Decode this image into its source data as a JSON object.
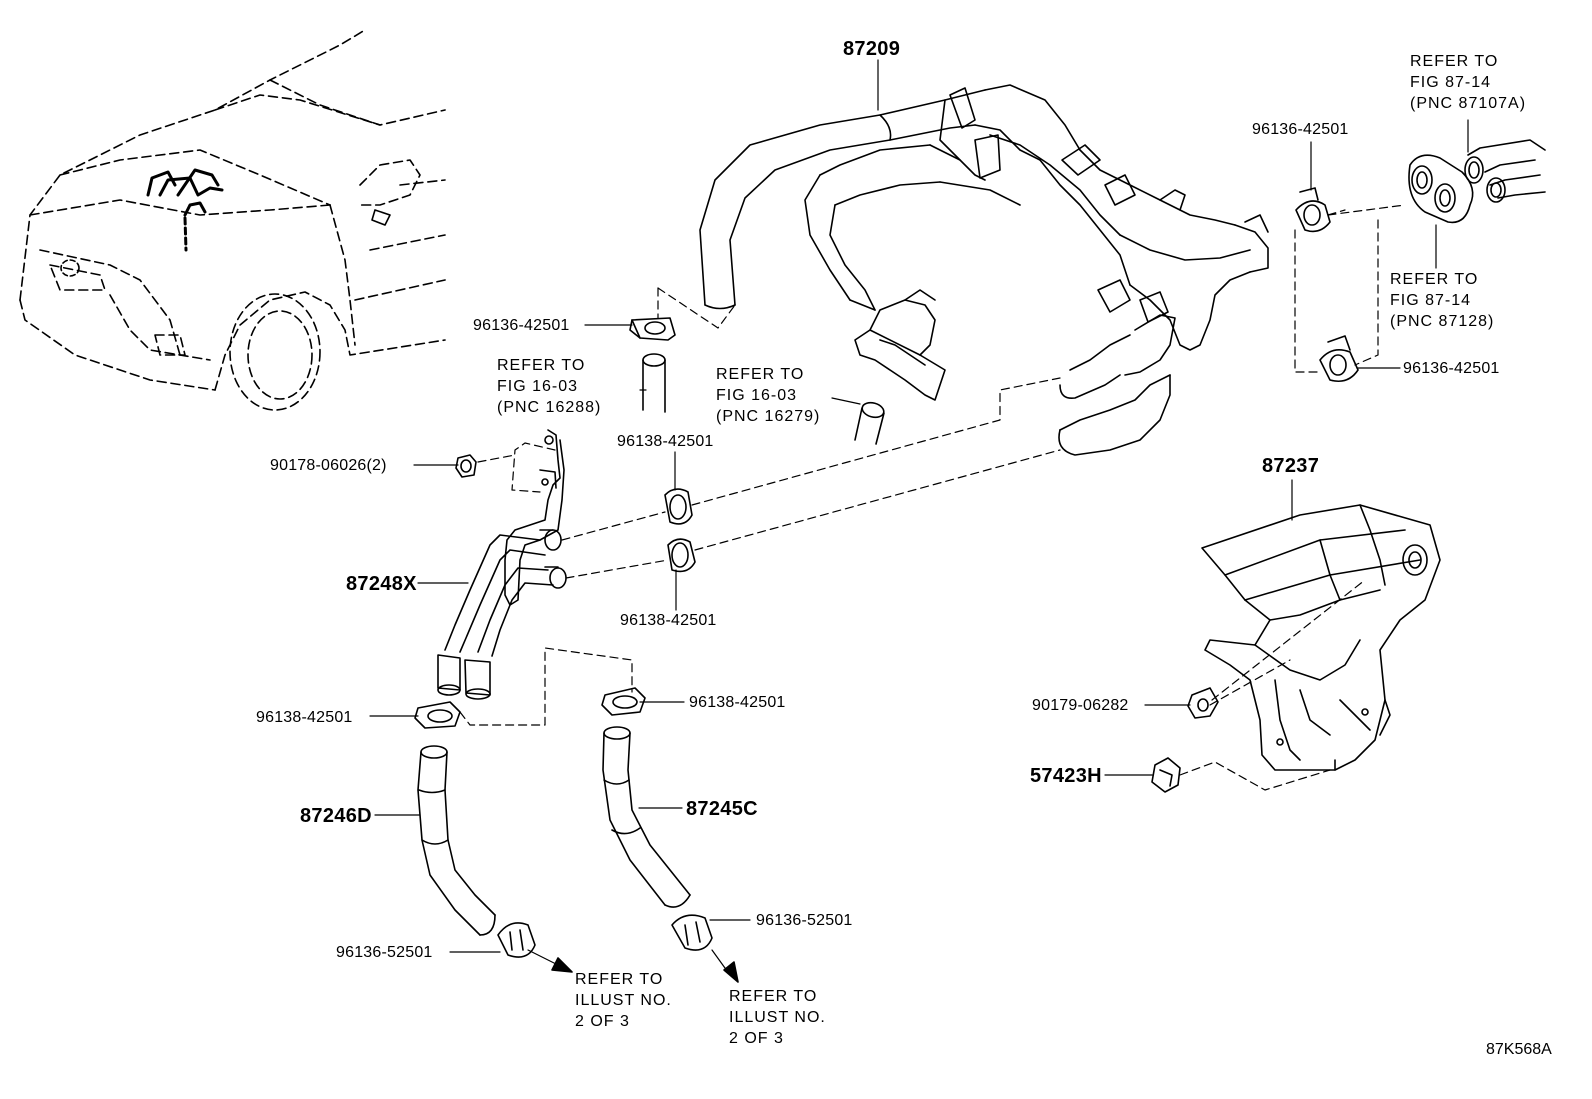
{
  "diagram": {
    "code": "87K568A",
    "part_numbers": {
      "p87209": "87209",
      "p87237": "87237",
      "p87248x": "87248X",
      "p87246d": "87246D",
      "p87245c": "87245C",
      "p57423h": "57423H",
      "clip_96136_42501_a": "96136-42501",
      "clip_96136_42501_b": "96136-42501",
      "clip_96136_42501_c": "96136-42501",
      "clip_96138_42501_a": "96138-42501",
      "clip_96138_42501_b": "96138-42501",
      "clip_96138_42501_c": "96138-42501",
      "clip_96138_42501_d": "96138-42501",
      "clip_96136_52501_a": "96136-52501",
      "clip_96136_52501_b": "96136-52501",
      "nut_90178": "90178-06026(2)",
      "nut_90179": "90179-06282"
    },
    "references": {
      "ref_fig_87_14_a": "REFER TO\nFIG 87-14\n(PNC 87107A)",
      "ref_fig_87_14_b": "REFER TO\nFIG 87-14\n(PNC 87128)",
      "ref_fig_16_03_a": "REFER TO\nFIG 16-03\n(PNC 16288)",
      "ref_fig_16_03_b": "REFER TO\nFIG 16-03\n(PNC 16279)",
      "ref_illust_a": "REFER TO\nILLUST NO.\n2 OF 3",
      "ref_illust_b": "REFER TO\nILLUST NO.\n2 OF 3"
    },
    "colors": {
      "line": "#000000",
      "background": "#ffffff"
    }
  }
}
